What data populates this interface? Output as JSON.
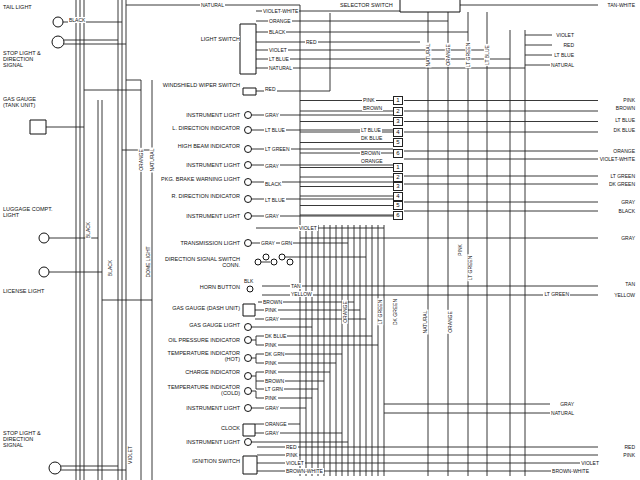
{
  "diagram": {
    "nodes": [
      {
        "text": [
          "1"
        ]
      },
      {
        "text": [
          "2"
        ]
      },
      {
        "text": [
          "3"
        ]
      },
      {
        "text": [
          "4"
        ]
      },
      {
        "text": [
          "5"
        ]
      },
      {
        "text": [
          "6"
        ]
      },
      {
        "text": [
          "1"
        ]
      },
      {
        "text": [
          "2"
        ]
      },
      {
        "text": [
          "3"
        ]
      },
      {
        "text": [
          "4"
        ]
      },
      {
        "text": [
          "5"
        ]
      },
      {
        "text": [
          "6"
        ]
      }
    ],
    "labels": [
      "TAIL LIGHT",
      "BLACK",
      "STOP LIGHT & DIRECTION SIGNAL",
      "GAS GAUGE (TANK UNIT)",
      "LUGGAGE COMPT. LIGHT",
      "LICENSE LIGHT",
      "STOP LIGHT & DIRECTION SIGNAL",
      "BLACK",
      "BLACK",
      "VIOLET",
      "ORANGE",
      "NATURAL",
      "DOME LIGHT",
      "NATURAL",
      "VIOLET-WHITE",
      "ORANGE",
      "LIGHT SWITCH",
      "BLACK",
      "VIOLET",
      "RED",
      "LT BLUE",
      "NATURAL",
      "SELECTOR SWITCH",
      "WINDSHIELD WIPER SWITCH",
      "RED",
      "INSTRUMENT LIGHT",
      "GRAY",
      "L. DIRECTION INDICATOR",
      "LT BLUE",
      "HIGH BEAM INDICATOR",
      "LT GREEN",
      "INSTRUMENT LIGHT",
      "GRAY",
      "PKG. BRAKE WARNING LIGHT",
      "BLACK",
      "R. DIRECTION INDICATOR",
      "LT BLUE",
      "INSTRUMENT LIGHT",
      "GRAY",
      "VIOLET",
      "TRANSMISSION LIGHT",
      "GRAY",
      "GRN",
      "DIRECTION SIGNAL SWITCH CONN.",
      "BLK",
      "HORN BUTTON",
      "TAN",
      "YELLOW",
      "BROWN",
      "GAS GAUGE (DASH UNIT)",
      "PINK",
      "GRAY",
      "GAS GAUGE LIGHT",
      "OIL PRESSURE INDICATOR",
      "DK BLUE",
      "PINK",
      "TEMPERATURE INDICATOR (HOT)",
      "DK GRN",
      "PINK",
      "CHARGE INDICATOR",
      "PINK",
      "BROWN",
      "LT GRN",
      "TEMPERATURE INDICATOR (COLD)",
      "PINK",
      "INSTRUMENT LIGHT",
      "GRAY",
      "CLOCK",
      "ORANGE",
      "GRAY",
      "INSTRUMENT LIGHT",
      "IGNITION SWITCH",
      "RED",
      "PINK",
      "VIOLET",
      "BROWN-WHITE",
      "PINK",
      "BROWN",
      "LT BLUE",
      "DK BLUE",
      "BROWN",
      "ORANGE",
      "NATURAL",
      "ORANGE",
      "LT GREEN",
      "LT BLUE",
      "PINK",
      "LT GREEN",
      "ORANGE",
      "LT GREEN",
      "DK GREEN",
      "NATURAL",
      "ORANGE",
      "TAN-WHITE",
      "VIOLET",
      "RED",
      "LT BLUE",
      "NATURAL",
      "PINK",
      "BROWN",
      "LT BLUE",
      "DK BLUE",
      "ORANGE",
      "VIOLET-WHITE",
      "LT GREEN",
      "DK GREEN",
      "GRAY",
      "BLACK",
      "GRAY",
      "TAN",
      "YELLOW",
      "LT GREEN",
      "GRAY",
      "NATURAL",
      "RED",
      "PINK",
      "VIOLET",
      "BROWN-WHITE"
    ]
  }
}
